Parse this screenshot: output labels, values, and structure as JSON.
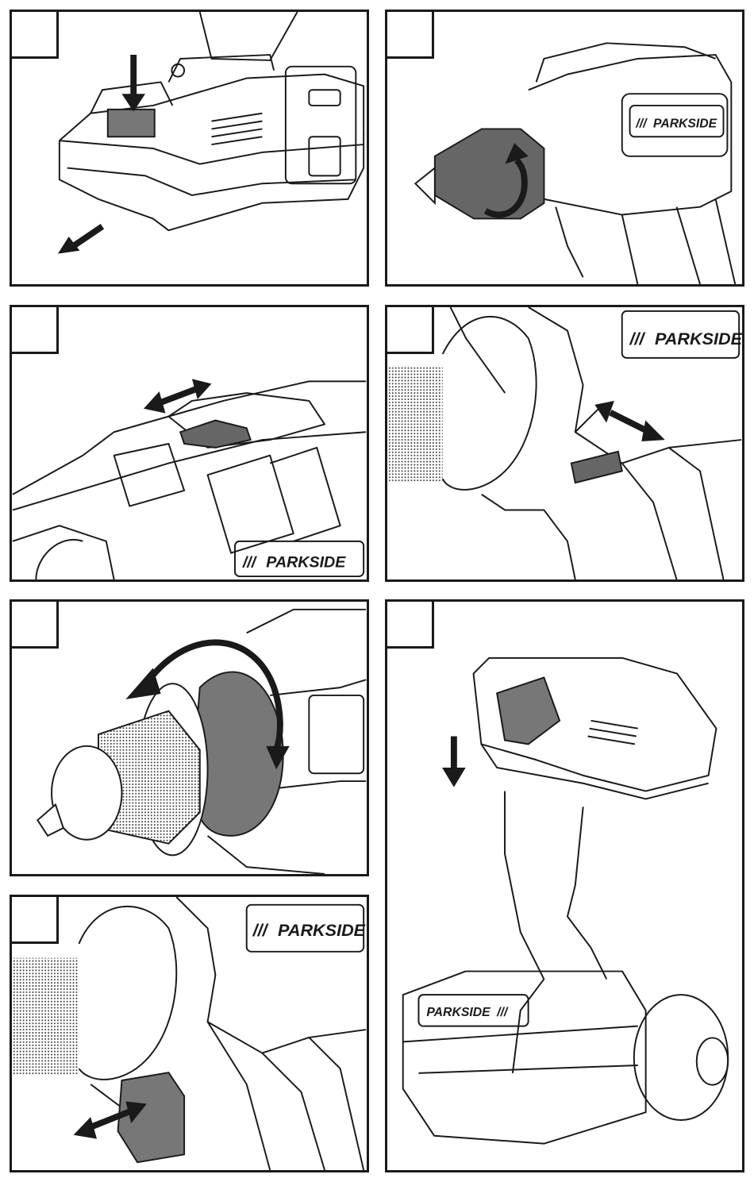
{
  "brand": {
    "name": "PARKSIDE",
    "mark": "///"
  },
  "colors": {
    "line": "#1a1a1a",
    "fill_grey": "#8a8a8a",
    "fill_dark": "#555555",
    "background": "#ffffff"
  },
  "panels": [
    {
      "id": "battery-removal",
      "arrows": [
        "press-down-arrow-icon",
        "slide-out-arrow-icon"
      ]
    },
    {
      "id": "chuck-rotate",
      "arrows": [
        "rotate-arrow-icon"
      ]
    },
    {
      "id": "gear-selector",
      "arrows": [
        "double-arrow-icon"
      ]
    },
    {
      "id": "direction-switch",
      "arrows": [
        "double-arrow-icon"
      ]
    },
    {
      "id": "torque-ring",
      "arrows": [
        "curved-arrow-icon"
      ]
    },
    {
      "id": "belt-clip",
      "arrows": [
        "down-arrow-icon"
      ]
    },
    {
      "id": "trigger",
      "arrows": [
        "double-arrow-icon"
      ]
    }
  ]
}
